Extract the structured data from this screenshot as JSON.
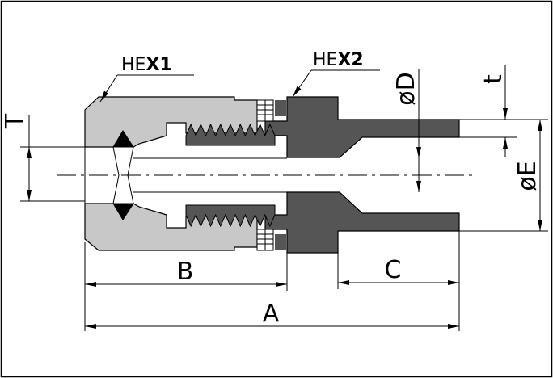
{
  "colors": {
    "hex1_body": "#c8c8c8",
    "hex2_body": "#555555",
    "ferrule": "#000000",
    "outline": "#000000",
    "background": "#ffffff"
  },
  "labels": {
    "hex1_prefix": "HE",
    "hex1_suffix": "X1",
    "hex2_prefix": "HE",
    "hex2_suffix": "X2"
  },
  "dimensions": {
    "A": "A",
    "B": "B",
    "C": "C",
    "T": "T",
    "D": "øD",
    "E": "øE",
    "t": "t"
  }
}
